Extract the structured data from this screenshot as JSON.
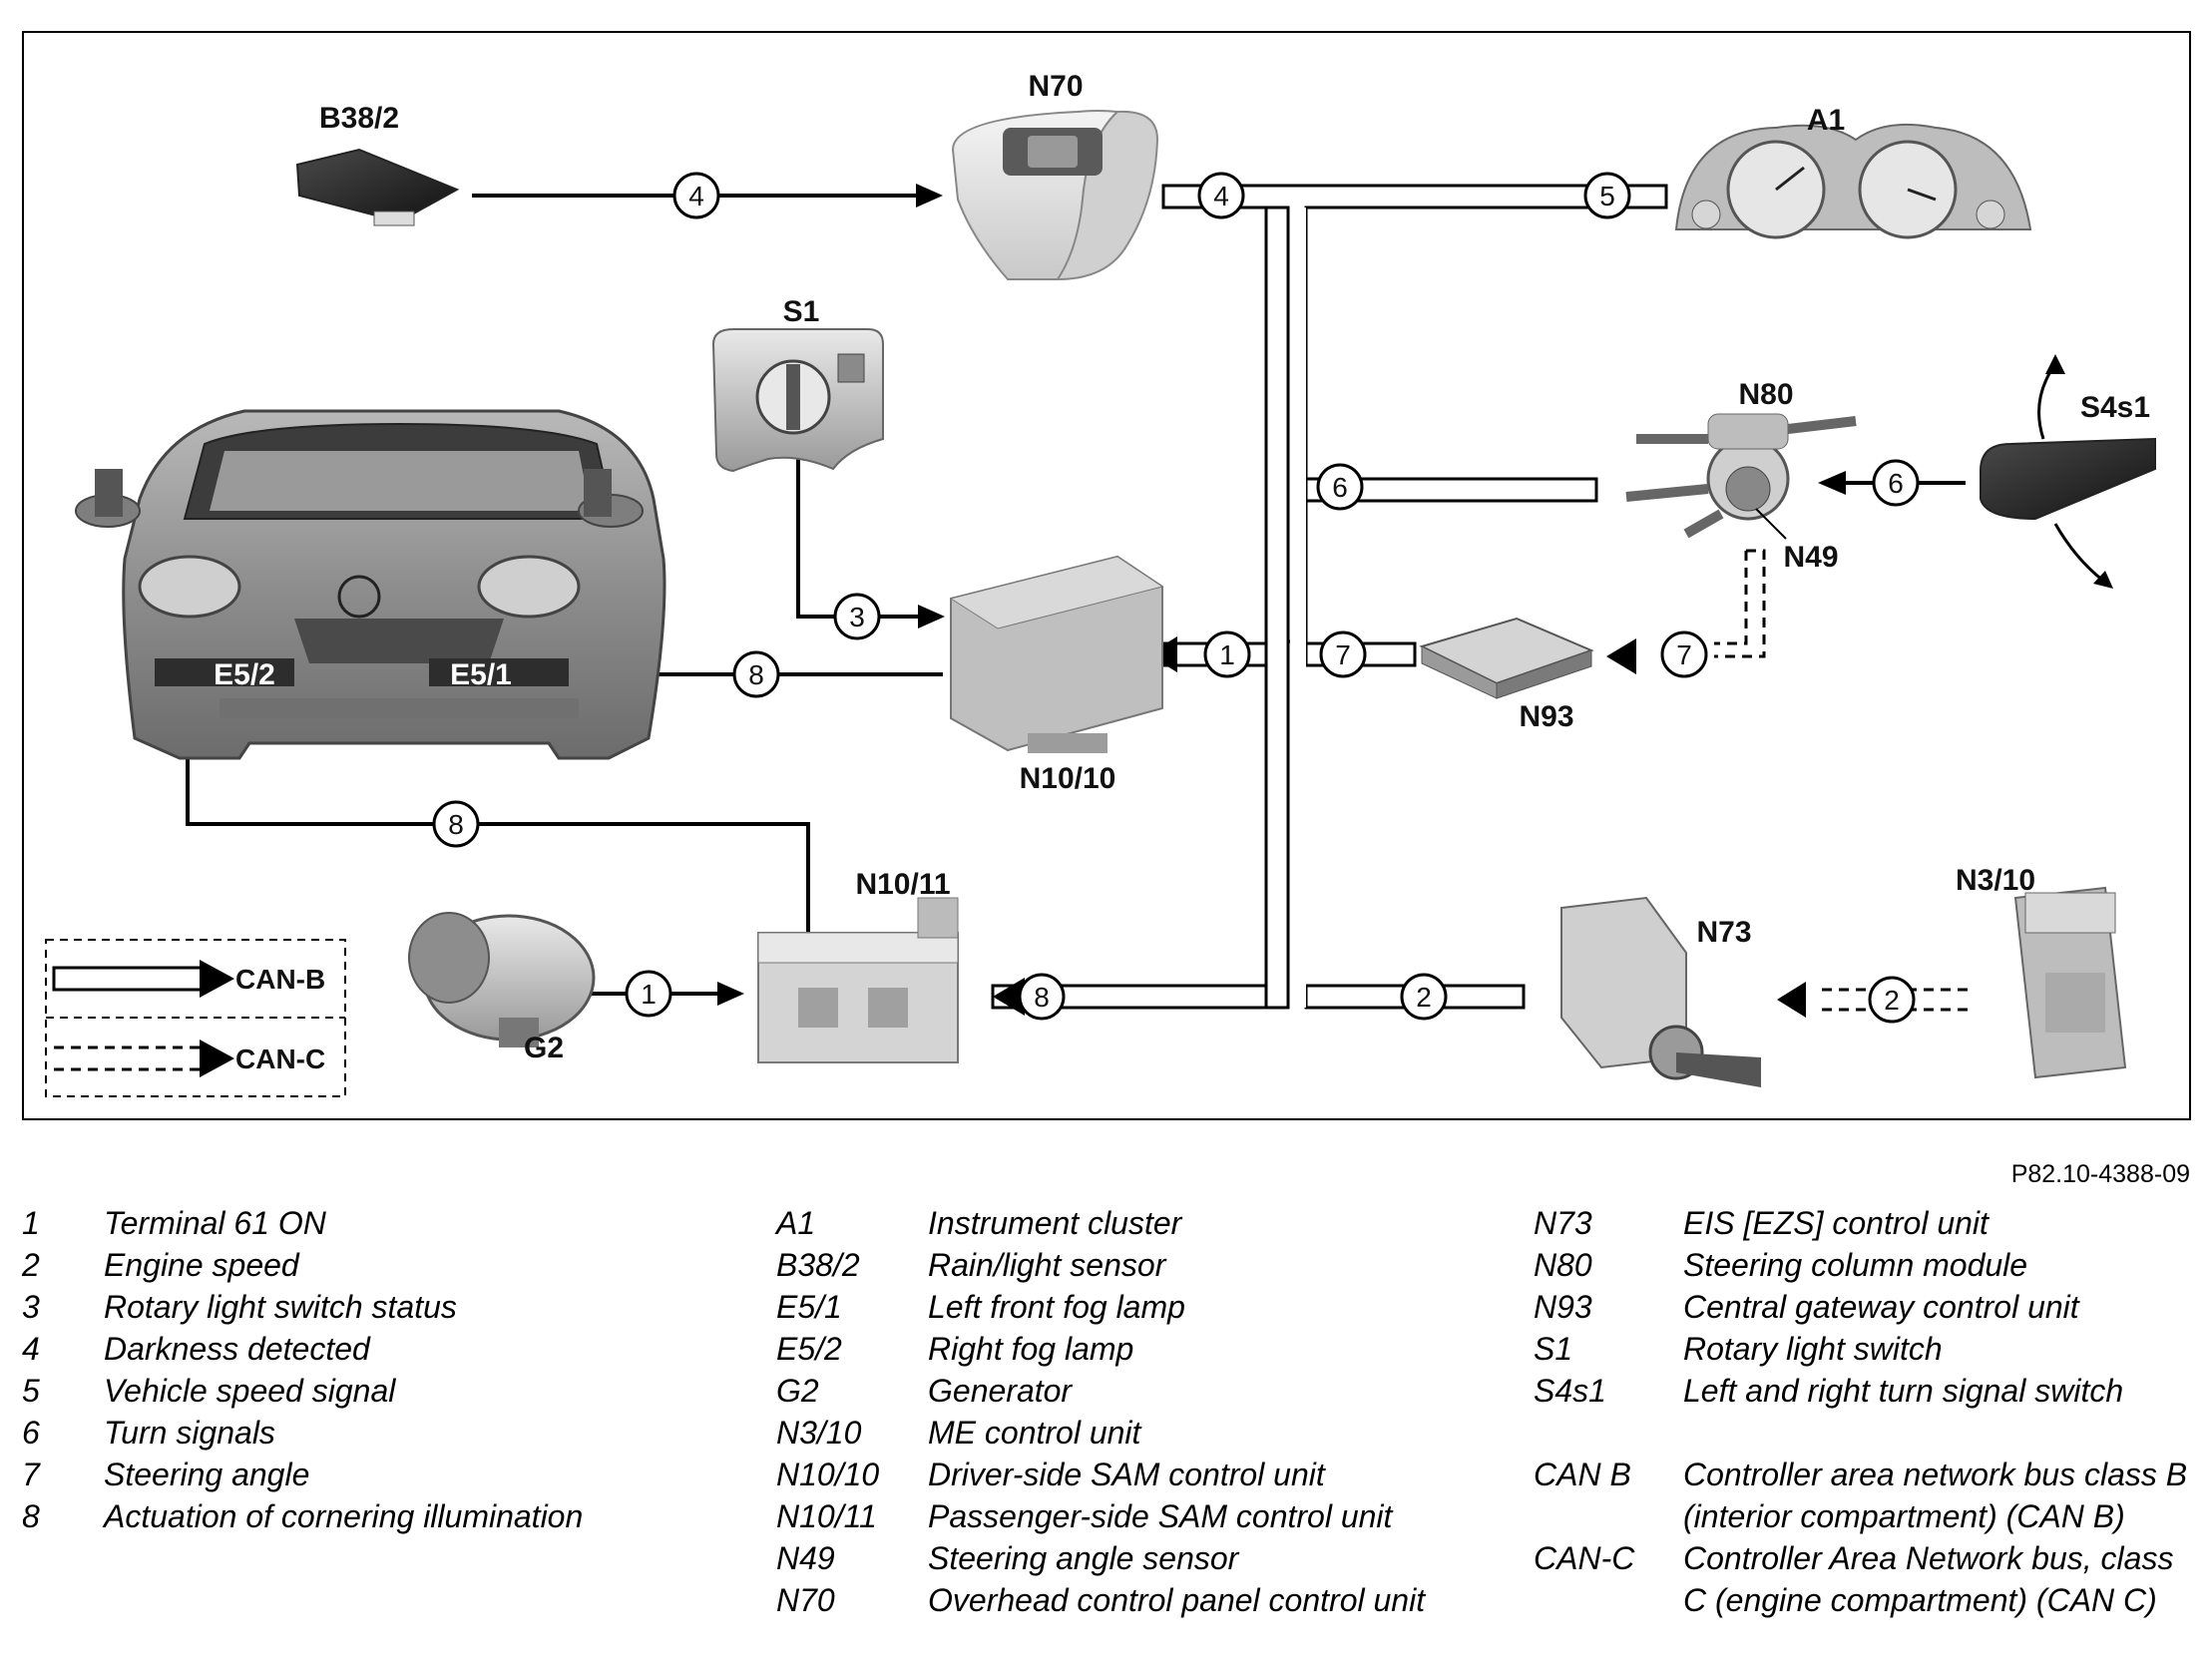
{
  "components": {
    "b38_2": "B38/2",
    "n70": "N70",
    "a1": "A1",
    "s1": "S1",
    "n80": "N80",
    "s4s1": "S4s1",
    "n49": "N49",
    "n93": "N93",
    "n10_10": "N10/10",
    "n10_11": "N10/11",
    "n3_10": "N3/10",
    "n73": "N73",
    "g2": "G2",
    "e5_1": "E5/1",
    "e5_2": "E5/2"
  },
  "signal_numbers": {
    "b38_to_n70": "4",
    "n70_out": "4",
    "to_a1": "5",
    "s1_to_n10_10": "3",
    "to_n80": "6",
    "s4s1_to_n80": "6",
    "bus_to_n10_10": "1",
    "bus_to_n93": "7",
    "n49_to_n93": "7",
    "n10_10_to_e5_1": "8",
    "n10_11_to_e5_2": "8",
    "g2_to_n10_11": "1",
    "bus_to_n10_11": "8",
    "n73_to_bus": "2",
    "n3_10_to_n73": "2"
  },
  "bus_legend": {
    "can_b": "CAN-B",
    "can_c": "CAN-C"
  },
  "figure_ref": "P82.10-4388-09",
  "legend_numbers": [
    {
      "key": "1",
      "text": "Terminal 61 ON"
    },
    {
      "key": "2",
      "text": "Engine speed"
    },
    {
      "key": "3",
      "text": "Rotary light switch status"
    },
    {
      "key": "4",
      "text": "Darkness detected"
    },
    {
      "key": "5",
      "text": "Vehicle speed signal"
    },
    {
      "key": "6",
      "text": "Turn signals"
    },
    {
      "key": "7",
      "text": "Steering angle"
    },
    {
      "key": "8",
      "text": "Actuation of cornering illumination"
    }
  ],
  "legend_components": [
    {
      "key": "A1",
      "text": "Instrument cluster"
    },
    {
      "key": "B38/2",
      "text": "Rain/light sensor"
    },
    {
      "key": "E5/1",
      "text": "Left front fog lamp"
    },
    {
      "key": "E5/2",
      "text": "Right fog lamp"
    },
    {
      "key": "G2",
      "text": "Generator"
    },
    {
      "key": "N3/10",
      "text": "ME control unit"
    },
    {
      "key": "N10/10",
      "text": "Driver-side SAM control unit"
    },
    {
      "key": "N10/11",
      "text": "Passenger-side SAM control unit"
    },
    {
      "key": "N49",
      "text": "Steering angle sensor"
    },
    {
      "key": "N70",
      "text": "Overhead control panel control unit"
    }
  ],
  "legend_components_2": [
    {
      "key": "N73",
      "text": "EIS [EZS] control unit"
    },
    {
      "key": "N80",
      "text": "Steering column module"
    },
    {
      "key": "N93",
      "text": "Central gateway control unit"
    },
    {
      "key": "S1",
      "text": "Rotary light switch"
    },
    {
      "key": "S4s1",
      "text": "Left and right turn signal switch"
    }
  ],
  "legend_bus": [
    {
      "key": "CAN B",
      "text": "Controller area network bus class B (interior compartment) (CAN B)"
    },
    {
      "key": "CAN-C",
      "text": "Controller Area Network bus, class C (engine compartment) (CAN C)"
    }
  ]
}
